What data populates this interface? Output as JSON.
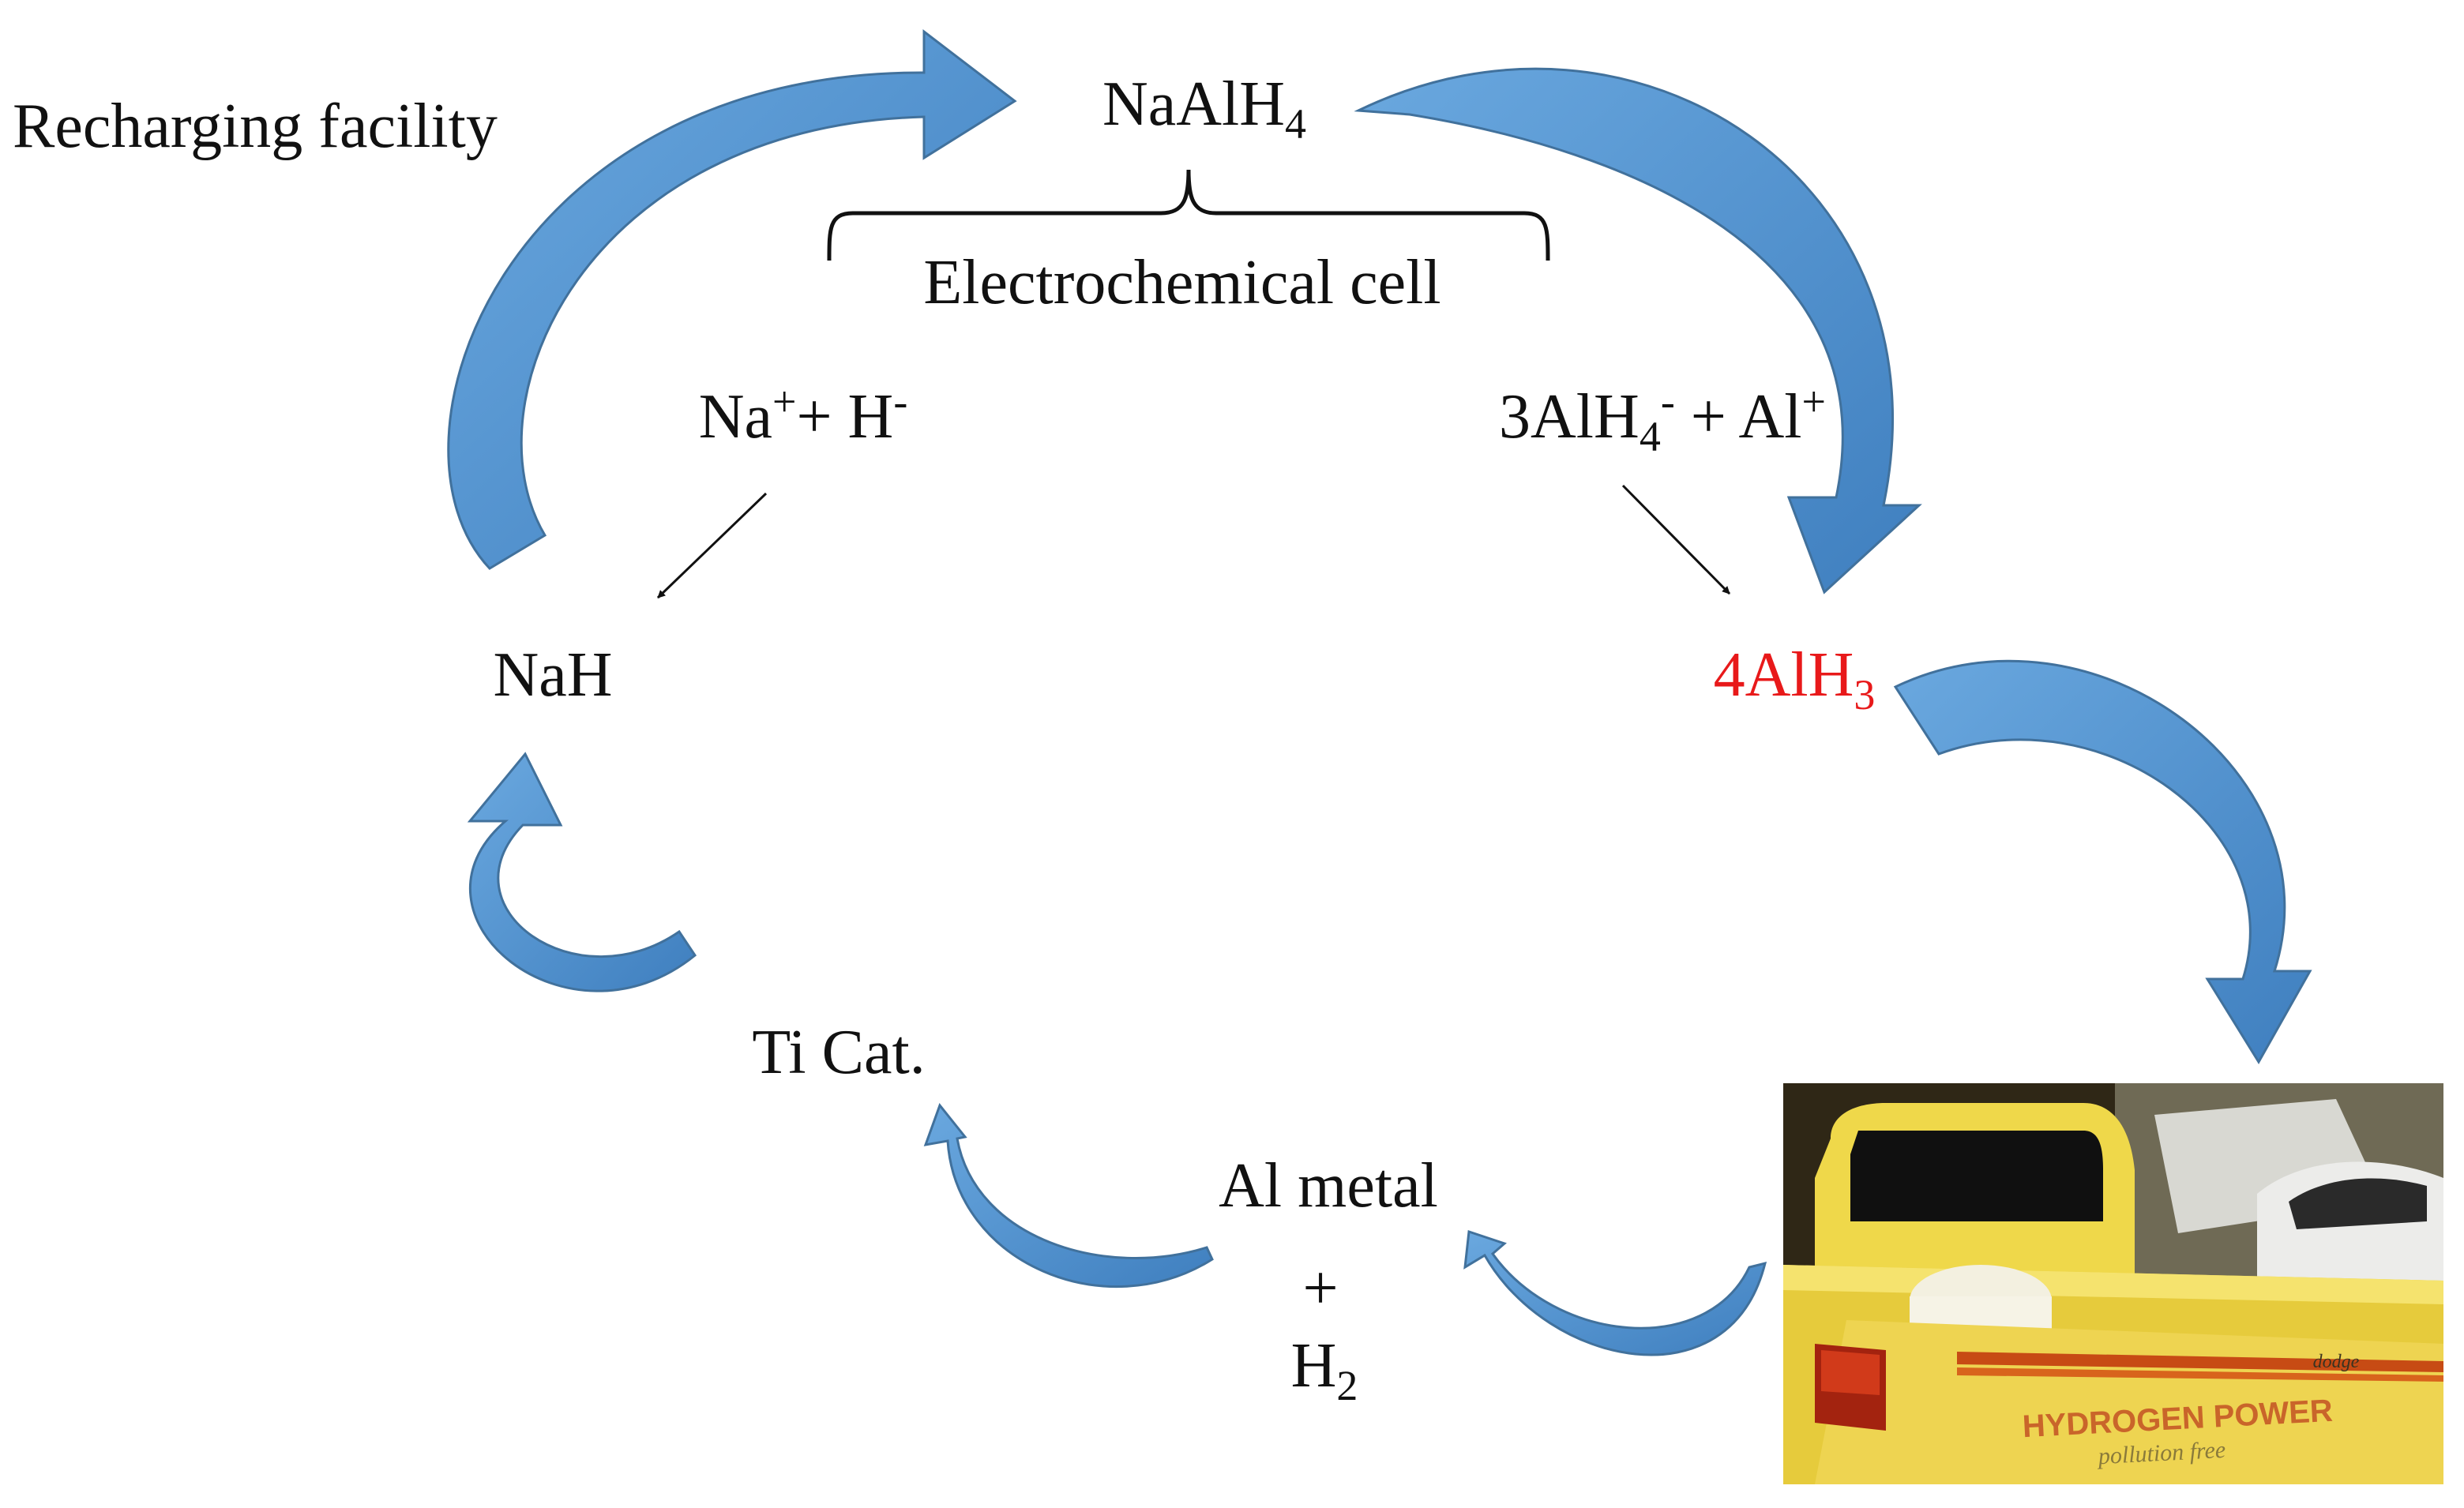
{
  "labels": {
    "recharging": "Recharging facility",
    "naalh4": {
      "base": "NaAlH",
      "sub": "4"
    },
    "cell": "Electrochemical cell",
    "na_plus_h_minus": {
      "na": "Na",
      "na_sup": "+",
      "plus": "+ H",
      "h_sup": "-"
    },
    "three_alh4": {
      "base": "3AlH",
      "sub": "4",
      "sup": "-",
      "rest": " + Al",
      "al_sup": "+"
    },
    "nah": "NaH",
    "four_alh3": {
      "base": "4AlH",
      "sub": "3"
    },
    "ti_cat": "Ti Cat.",
    "al_metal": "Al metal",
    "plus": "+",
    "h2": {
      "base": "H",
      "sub": "2"
    }
  },
  "photo": {
    "banner": "HYDROGEN   POWER",
    "script": "pollution free",
    "badge": "dodge"
  },
  "colors": {
    "arrow_fill": "#5b9bd5",
    "arrow_stroke": "#41719c",
    "highlight": "#e8191a",
    "truck": "#efd84a"
  }
}
